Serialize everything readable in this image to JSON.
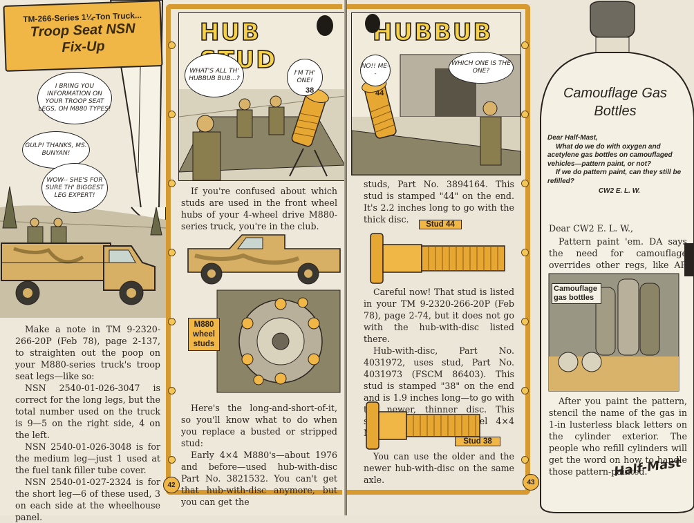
{
  "banner": {
    "series": "TM-266-Series 1¼-Ton Truck...",
    "title": "Troop Seat NSN Fix-Up"
  },
  "left_bubbles": [
    "I BRING YOU INFORMATION ON YOUR TROOP SEAT LEGS, OH M880 TYPES!",
    "GULP! THANKS, MS. BUNYAN!",
    "WOW-- SHE'S FOR SURE TH' BIGGEST LEG EXPERT!"
  ],
  "left_text": [
    "Make a note in TM 9-2320-266-20P (Feb 78), page 2-137, to straighten out the poop on your M880-series truck's troop seat legs—like so:",
    "NSN 2540-01-026-3047 is correct for the long legs, but the total number used on the truck is 9—5 on the right side, 4 on the left.",
    "NSN 2540-01-026-3048 is for the medium leg—just 1 used at the fuel tank filler tube cover.",
    "NSN 2540-01-027-2324 is for the short leg—6 of these used, 3 on each side at the wheelhouse panel."
  ],
  "hub": {
    "title_left": "HUB STUD",
    "title_right": "HUBBUB",
    "bubbles": [
      "WHAT'S ALL TH' HUBBUB BUB...?",
      "I'M TH' ONE!",
      "NO!! ME--",
      "WHICH ONE IS THE ONE?"
    ],
    "stud_38_label": "38",
    "stud_44_label": "44",
    "col1_text": [
      "If you're confused about which studs are used in the front wheel hubs of your 4-wheel drive M880-series truck, you're in the club."
    ],
    "m880_tag": "M880 wheel studs",
    "col1_bottom": [
      "Here's the long-and-short-of-it, so you'll know what to do when you replace a busted or stripped stud:",
      "Early 4×4 M880's—about 1976 and before—used hub-with-disc Part No. 3821532. You can't get that hub-with-disc anymore, but you can get the"
    ],
    "col2_top": "studs, Part No. 3894164. This stud is stamped \"44\" on the end. It's 2.2 inches long to go with the thick disc.",
    "stud44_tag": "Stud 44",
    "col2_mid": [
      "Careful now! That stud is listed in your TM 9-2320-266-20P (Feb 78), page 2-74, but it does not go with the hub-with-disc listed there.",
      "Hub-with-disc, Part No. 4031972, uses stud, Part No. 4031973 (FSCM 86403). This stud is stamped \"38\" on the end and is 1.9 inches long—to go with the newer, thinner disc. This setup is on later model 4×4 M880's."
    ],
    "stud38_tag": "Stud 38",
    "col2_bottom": "You can use the older and the newer hub-with-disc on the same axle.",
    "page_left": "42",
    "page_right": "43"
  },
  "camo": {
    "title": "Camouflage Gas Bottles",
    "letter": [
      "Dear Half-Mast,",
      "What do we do with oxygen and acetylene gas bottles on camouflaged vehicles—pattern paint, or not?",
      "If we do pattern paint, can they still be refilled?",
      "CW2 E. L. W."
    ],
    "reply_salutation": "Dear CW2 E. L. W.,",
    "reply": "Pattern paint 'em. DA says the need for camouflage overrides other regs, like AR 385-30.",
    "photo_tag": "Camouflage gas bottles",
    "reply2": "After you paint the pattern, stencil the name of the gas in 1-in lusterless black letters on the cylinder exterior. The people who refill cylinders will get the word on how to handle those pattern-painted.",
    "signature": "Half-Mast"
  }
}
